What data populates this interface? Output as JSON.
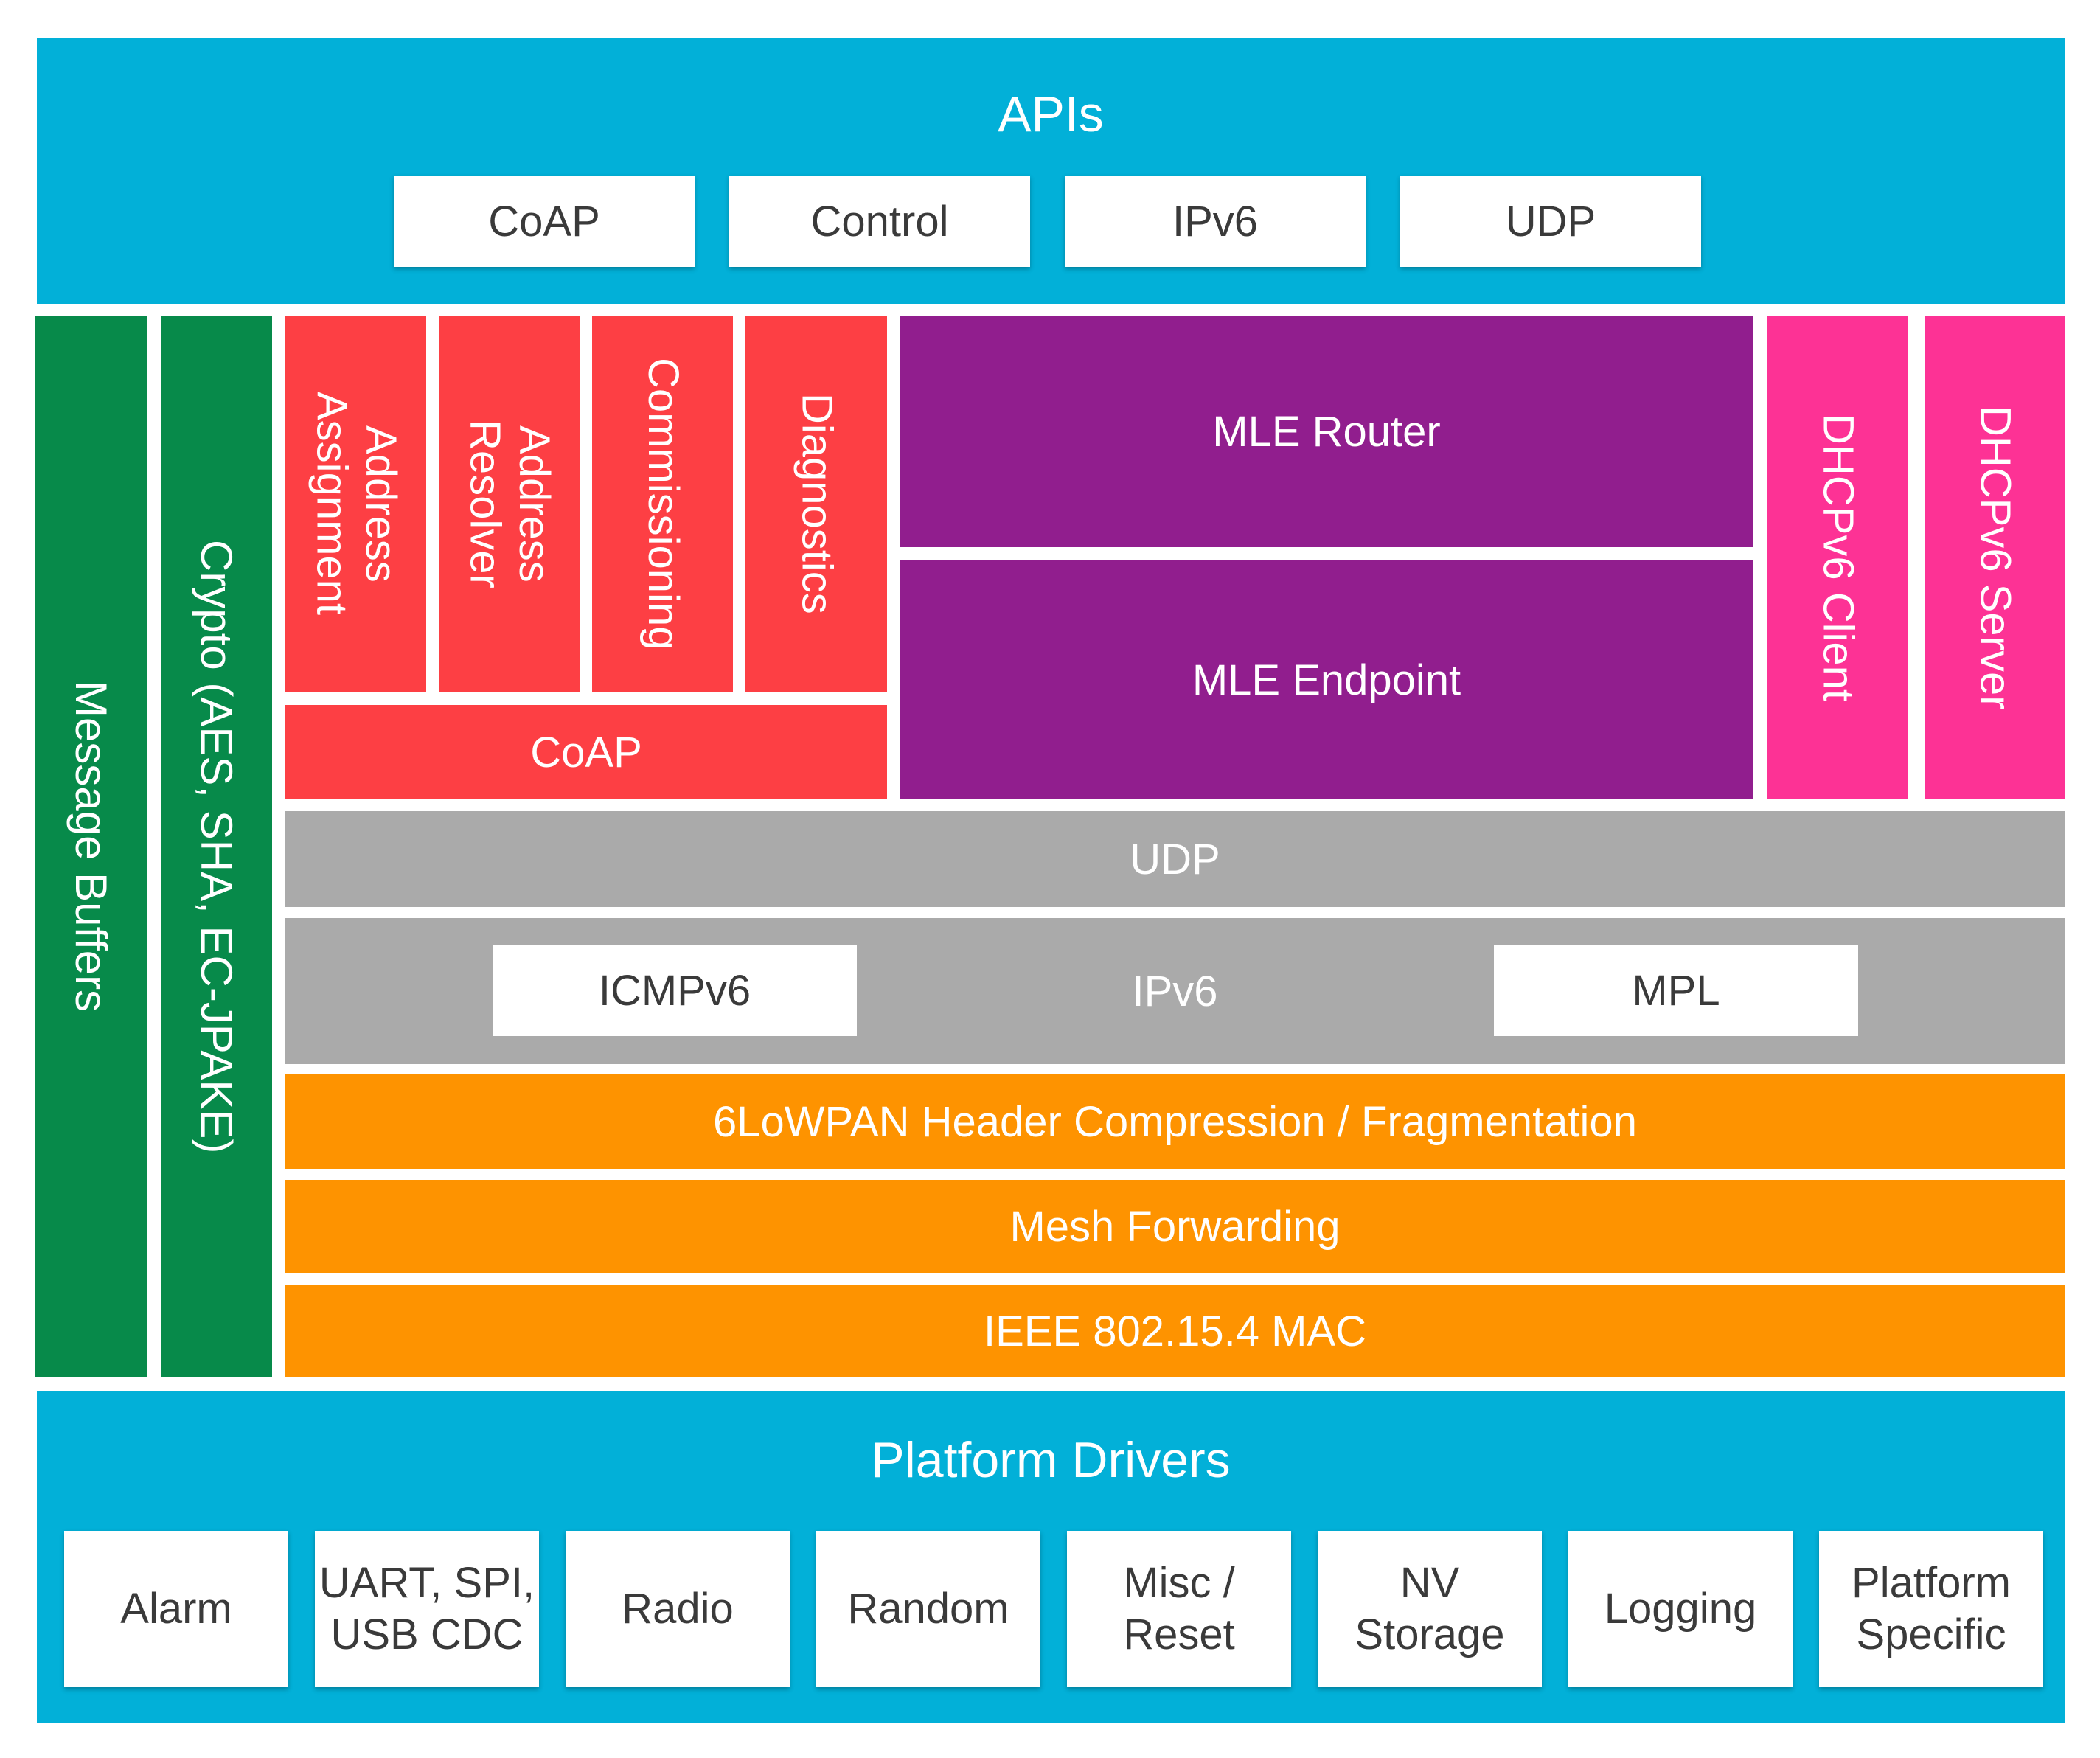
{
  "apis": {
    "title": "APIs",
    "items": [
      "CoAP",
      "Control",
      "IPv6",
      "UDP"
    ]
  },
  "side": {
    "message_buffers": "Message Buffers",
    "crypto": "Crypto (AES, SHA, EC-JPAKE)"
  },
  "app_services": {
    "address_assignment": "Address\nAssignment",
    "address_resolver": "Address\nResolver",
    "commissioning": "Commissioning",
    "diagnostics": "Diagnostics",
    "coap": "CoAP"
  },
  "mle": {
    "router": "MLE Router",
    "endpoint": "MLE Endpoint"
  },
  "dhcp": {
    "client": "DHCPv6 Client",
    "server": "DHCPv6 Server"
  },
  "network": {
    "udp": "UDP",
    "ipv6": "IPv6",
    "icmpv6": "ICMPv6",
    "mpl": "MPL"
  },
  "lowpan": {
    "compression": "6LoWPAN Header Compression / Fragmentation",
    "mesh": "Mesh Forwarding",
    "mac": "IEEE 802.15.4 MAC"
  },
  "platform": {
    "title": "Platform Drivers",
    "items": [
      "Alarm",
      "UART, SPI,\nUSB CDC",
      "Radio",
      "Random",
      "Misc /\nReset",
      "NV\nStorage",
      "Logging",
      "Platform\nSpecific"
    ]
  },
  "colors": {
    "cyan": "#02b0d8",
    "green": "#078a4a",
    "red": "#fd3f44",
    "purple": "#911e8e",
    "pink": "#fd3295",
    "gray": "#aaaaaa",
    "orange": "#fe9300"
  }
}
